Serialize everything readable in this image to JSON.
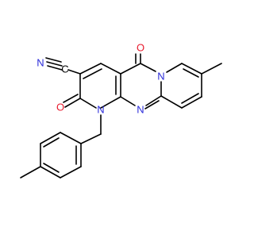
{
  "molecule": {
    "atom_labels": {
      "nitrile_n": "N",
      "nitrile_c": "C",
      "ketone_o_top": "O",
      "ketone_o_left": "O",
      "ring_n_lactam": "N",
      "ring_n_bridge": "N",
      "ring_n_fused": "N"
    },
    "colors": {
      "bond": "#000000",
      "nitrogen": "#2b2bd9",
      "oxygen": "#e8192c",
      "carbon": "#000000"
    }
  }
}
